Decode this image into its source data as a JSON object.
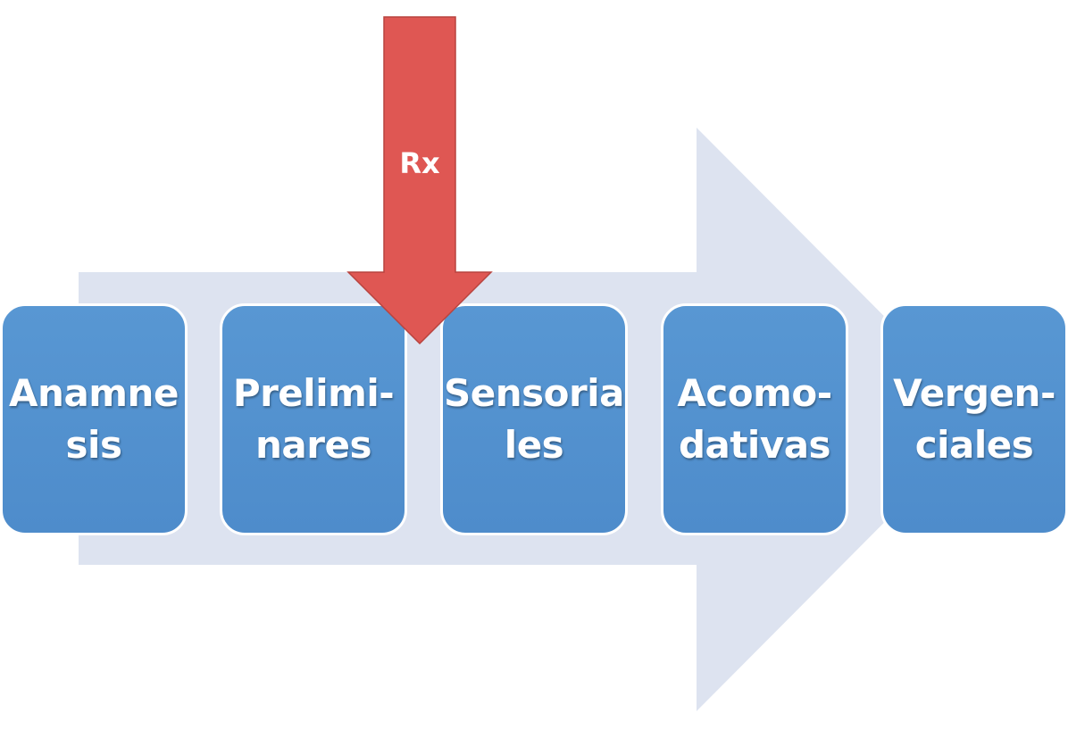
{
  "diagram": {
    "colors": {
      "background_arrow": "#dde3f0",
      "step_fill": "#5190cf",
      "step_border": "#ffffff",
      "step_text": "#ffffff",
      "rx_fill": "#df5753",
      "rx_border": "#b8443f"
    },
    "steps": [
      {
        "label": "Anamne\nsis"
      },
      {
        "label": "Prelimi-\nnares"
      },
      {
        "label": "Sensoria\nles"
      },
      {
        "label": "Acomo-\ndativas"
      },
      {
        "label": "Vergen-\nciales"
      }
    ],
    "rx": {
      "label": "Rx"
    }
  }
}
